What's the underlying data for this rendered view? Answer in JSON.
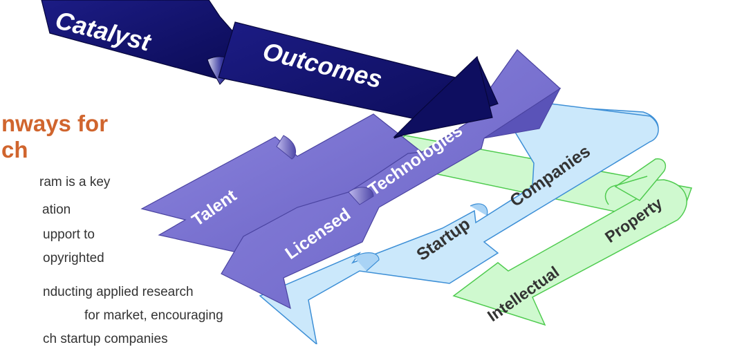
{
  "heading": {
    "line1": "nways for",
    "line2": "ch"
  },
  "body_text": [
    "ram is a key",
    "ation",
    "upport to",
    "opyrighted",
    "nducting applied research",
    "for market, encouraging",
    "ch startup companies"
  ],
  "diagram": {
    "catalyst_label": "Catalyst",
    "outcomes_label": "Outcomes",
    "talent_label": "Talent",
    "licensed_label": "Licensed",
    "technologies_label": "Technologies",
    "startup_label": "Startup",
    "companies_label": "Companies",
    "intellectual_label": "Intellectual",
    "property_label": "Property"
  },
  "colors": {
    "heading": "#D0652E",
    "body_text": "#333333",
    "navy_arrow": "#12126B",
    "purple_arrow": "#7B74D2",
    "light_blue_arrow": "#CBE8FB",
    "light_green_arrow": "#CFF9CF"
  }
}
